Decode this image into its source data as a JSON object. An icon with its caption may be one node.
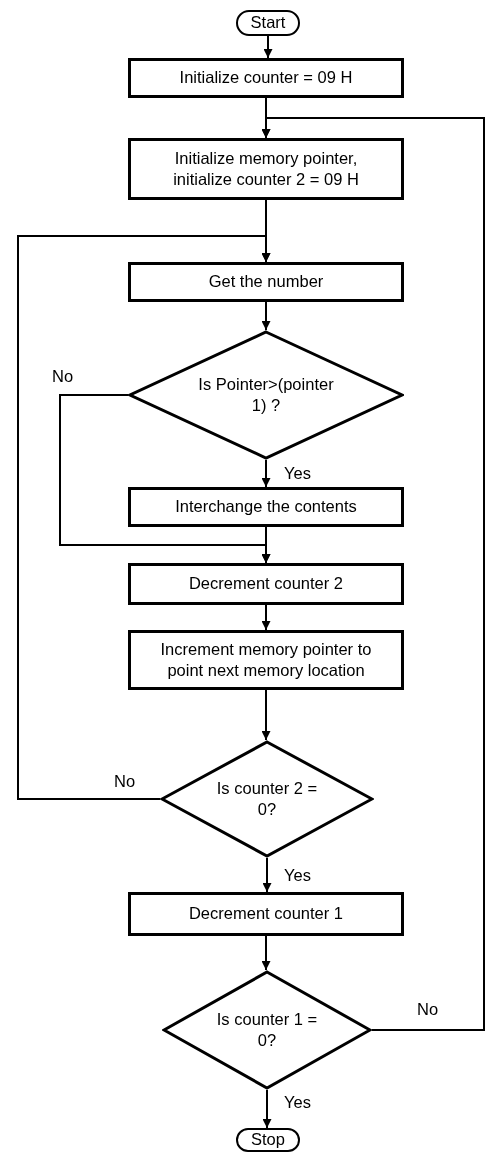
{
  "diagram": {
    "nodes": [
      {
        "text": [
          "Start"
        ]
      },
      {
        "text": [
          "Initialize counter = 09 H"
        ]
      },
      {
        "text": [
          "Initialize memory pointer, initialize counter 2 = 09 H"
        ]
      },
      {
        "text": [
          "Get the number"
        ]
      },
      {
        "text": [
          "Is Pointer>(pointer 1) ?"
        ]
      },
      {
        "text": [
          "Interchange the contents"
        ]
      },
      {
        "text": [
          "Decrement counter 2"
        ]
      },
      {
        "text": [
          "Increment memory pointer to point next memory location"
        ]
      },
      {
        "text": [
          "Is counter 2 = 0?"
        ]
      },
      {
        "text": [
          "Decrement counter 1"
        ]
      },
      {
        "text": [
          "Is counter 1 = 0?"
        ]
      },
      {
        "text": [
          "Stop"
        ]
      }
    ],
    "edges": [
      {
        "from": 0,
        "to": 1,
        "arrow": "to"
      },
      {
        "from": 1,
        "to": 2,
        "arrow": "to"
      },
      {
        "from": 2,
        "to": 3,
        "arrow": "to"
      },
      {
        "from": 3,
        "to": 4,
        "arrow": "to"
      },
      {
        "from": 4,
        "to": 5,
        "arrow": "to",
        "label": "Yes"
      },
      {
        "from": 4,
        "to": 6,
        "arrow": "to",
        "label": "No"
      },
      {
        "from": 5,
        "to": 6,
        "arrow": "to"
      },
      {
        "from": 6,
        "to": 7,
        "arrow": "to"
      },
      {
        "from": 7,
        "to": 8,
        "arrow": "to"
      },
      {
        "from": 8,
        "to": 9,
        "arrow": "to",
        "label": "Yes"
      },
      {
        "from": 8,
        "to": 3,
        "arrow": "to",
        "label": "No"
      },
      {
        "from": 9,
        "to": 10,
        "arrow": "to"
      },
      {
        "from": 10,
        "to": 11,
        "arrow": "to",
        "label": "Yes"
      },
      {
        "from": 10,
        "to": 2,
        "arrow": "to",
        "label": "No"
      }
    ]
  }
}
